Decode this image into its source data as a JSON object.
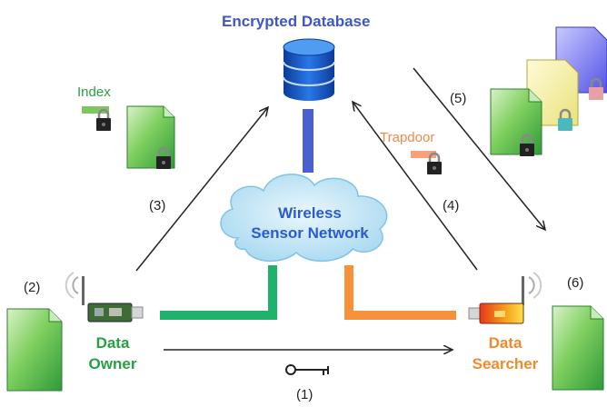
{
  "title": "Encrypted Database",
  "labels": {
    "index": "Index",
    "trapdoor": "Trapdoor",
    "wsn_line1": "Wireless",
    "wsn_line2": "Sensor Network",
    "owner_line1": "Data",
    "owner_line2": "Owner",
    "searcher_line1": "Data",
    "searcher_line2": "Searcher"
  },
  "steps": {
    "s1": "(1)",
    "s2": "(2)",
    "s3": "(3)",
    "s4": "(4)",
    "s5": "(5)",
    "s6": "(6)"
  },
  "colors": {
    "database": "#1f5fd6",
    "database_link": "#4a5fd0",
    "owner_link": "#1fb26a",
    "searcher_link": "#f7913c",
    "cloud": "#bfe4f5",
    "document_green": "#4fb84a",
    "document_yellow": "#f2ee95",
    "document_blue": "#6f6ff0",
    "arrow": "#222222"
  },
  "icons": {
    "database": "database-icon",
    "cloud": "cloud-icon",
    "document": "document-icon",
    "lock": "padlock-icon",
    "key": "key-icon",
    "sensor": "sensor-node-icon"
  }
}
